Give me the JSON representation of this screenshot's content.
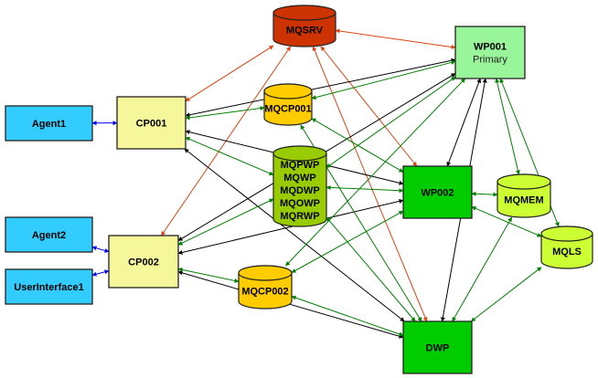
{
  "title": "Message queue topology diagram",
  "colors": {
    "agent": "#33ccff",
    "controlPoint": "#f6f79a",
    "mqsrv": "#cc3300",
    "mqcp": "#ffcc00",
    "mqwpGroup": "#99cc00",
    "wp001": "#99f599",
    "workProcess": "#00cc00",
    "mqMisc": "#ccff33",
    "edgeBlue": "#0000ff",
    "edgeBlack": "#000000",
    "edgeGreen": "#008000",
    "edgeRed": "#dd4411"
  },
  "nodes": [
    {
      "id": "agent1",
      "type": "box",
      "style": "agent",
      "lines": [
        "Agent1"
      ]
    },
    {
      "id": "agent2",
      "type": "box",
      "style": "agent",
      "lines": [
        "Agent2"
      ]
    },
    {
      "id": "ui1",
      "type": "box",
      "style": "agent",
      "lines": [
        "UserInterface1"
      ]
    },
    {
      "id": "cp001",
      "type": "box",
      "style": "controlPoint",
      "lines": [
        "CP001"
      ]
    },
    {
      "id": "cp002",
      "type": "box",
      "style": "controlPoint",
      "lines": [
        "CP002"
      ]
    },
    {
      "id": "mqsrv",
      "type": "cyl",
      "style": "mqsrv",
      "lines": [
        "MQSRV"
      ]
    },
    {
      "id": "mqcp001",
      "type": "cyl",
      "style": "mqcp",
      "lines": [
        "MQCP001"
      ]
    },
    {
      "id": "mqcp002",
      "type": "cyl",
      "style": "mqcp",
      "lines": [
        "MQCP002"
      ]
    },
    {
      "id": "mqwp",
      "type": "cyl",
      "style": "mqwpGroup",
      "lines": [
        "MQPWP",
        "MQWP",
        "MQDWP",
        "MQOWP",
        "MQRWP"
      ]
    },
    {
      "id": "wp001",
      "type": "box",
      "style": "wp001",
      "lines": [
        "WP001",
        "Primary"
      ]
    },
    {
      "id": "wp002",
      "type": "box",
      "style": "workProcess",
      "lines": [
        "WP002"
      ]
    },
    {
      "id": "dwp",
      "type": "box",
      "style": "workProcess",
      "lines": [
        "DWP"
      ]
    },
    {
      "id": "mqmem",
      "type": "cyl",
      "style": "mqMisc",
      "lines": [
        "MQMEM"
      ]
    },
    {
      "id": "mqls",
      "type": "cyl",
      "style": "mqMisc",
      "lines": [
        "MQLS"
      ]
    }
  ],
  "edges": [
    {
      "from": "agent1",
      "to": "cp001",
      "color": "edgeBlue",
      "both": true
    },
    {
      "from": "agent2",
      "to": "cp002",
      "color": "edgeBlue",
      "both": true
    },
    {
      "from": "ui1",
      "to": "cp002",
      "color": "edgeBlue",
      "both": true
    },
    {
      "from": "mqsrv",
      "to": "cp001",
      "color": "edgeRed",
      "both": true
    },
    {
      "from": "mqsrv",
      "to": "cp002",
      "color": "edgeRed",
      "both": true
    },
    {
      "from": "mqsrv",
      "to": "wp001",
      "color": "edgeRed",
      "both": true
    },
    {
      "from": "mqsrv",
      "to": "wp002",
      "color": "edgeRed",
      "both": true
    },
    {
      "from": "mqsrv",
      "to": "dwp",
      "color": "edgeRed",
      "both": true
    },
    {
      "from": "wp001",
      "to": "cp001",
      "color": "edgeBlack",
      "both": true
    },
    {
      "from": "wp001",
      "to": "cp002",
      "color": "edgeBlack",
      "both": true
    },
    {
      "from": "wp002",
      "to": "cp001",
      "color": "edgeBlack",
      "both": true
    },
    {
      "from": "wp002",
      "to": "cp002",
      "color": "edgeBlack",
      "both": true
    },
    {
      "from": "dwp",
      "to": "cp001",
      "color": "edgeBlack",
      "both": true
    },
    {
      "from": "dwp",
      "to": "cp002",
      "color": "edgeBlack",
      "both": true
    },
    {
      "from": "wp001",
      "to": "wp002",
      "color": "edgeBlack",
      "both": true
    },
    {
      "from": "wp001",
      "to": "dwp",
      "color": "edgeBlack",
      "both": true
    },
    {
      "from": "cp001",
      "to": "mqcp001",
      "color": "edgeGreen",
      "both": true
    },
    {
      "from": "cp001",
      "to": "mqwp",
      "color": "edgeGreen",
      "both": true
    },
    {
      "from": "cp002",
      "to": "mqcp002",
      "color": "edgeGreen",
      "both": true
    },
    {
      "from": "cp002",
      "to": "mqwp",
      "color": "edgeGreen",
      "both": true
    },
    {
      "from": "wp001",
      "to": "mqcp001",
      "color": "edgeGreen",
      "both": true
    },
    {
      "from": "wp001",
      "to": "mqcp002",
      "color": "edgeGreen",
      "both": true
    },
    {
      "from": "wp001",
      "to": "mqwp",
      "color": "edgeGreen",
      "both": true
    },
    {
      "from": "wp001",
      "to": "mqmem",
      "color": "edgeGreen",
      "both": true
    },
    {
      "from": "wp001",
      "to": "mqls",
      "color": "edgeGreen",
      "both": true
    },
    {
      "from": "wp002",
      "to": "mqcp001",
      "color": "edgeGreen",
      "both": true
    },
    {
      "from": "wp002",
      "to": "mqcp002",
      "color": "edgeGreen",
      "both": true
    },
    {
      "from": "wp002",
      "to": "mqwp",
      "color": "edgeGreen",
      "both": true
    },
    {
      "from": "wp002",
      "to": "mqmem",
      "color": "edgeGreen",
      "both": true
    },
    {
      "from": "wp002",
      "to": "mqls",
      "color": "edgeGreen",
      "both": true
    },
    {
      "from": "dwp",
      "to": "mqcp001",
      "color": "edgeGreen",
      "both": true
    },
    {
      "from": "dwp",
      "to": "mqcp002",
      "color": "edgeGreen",
      "both": true
    },
    {
      "from": "dwp",
      "to": "mqwp",
      "color": "edgeGreen",
      "both": true
    },
    {
      "from": "dwp",
      "to": "mqmem",
      "color": "edgeGreen",
      "both": true
    },
    {
      "from": "dwp",
      "to": "mqls",
      "color": "edgeGreen",
      "both": true
    }
  ]
}
